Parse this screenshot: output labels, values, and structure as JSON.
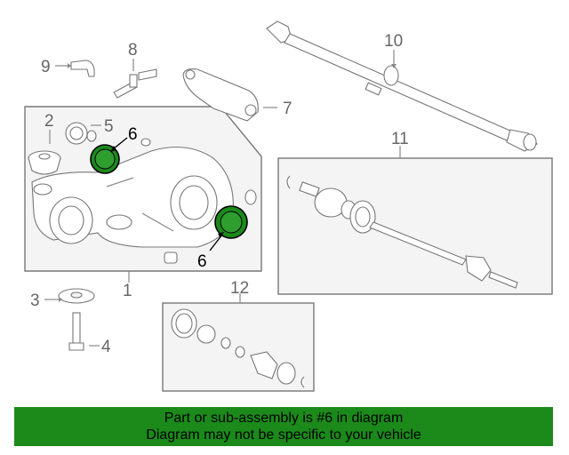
{
  "callouts": {
    "c1": "1",
    "c2": "2",
    "c3": "3",
    "c4": "4",
    "c5": "5",
    "c6a": "6",
    "c6b": "6",
    "c7": "7",
    "c8": "8",
    "c9": "9",
    "c10": "10",
    "c11": "11",
    "c12": "12"
  },
  "banner": {
    "line1": "Part or sub-assembly is #6 in diagram",
    "line2": "Diagram may not be specific to your vehicle"
  },
  "colors": {
    "highlight": "#1b8a1b",
    "banner_bg": "#1b8a1b"
  }
}
